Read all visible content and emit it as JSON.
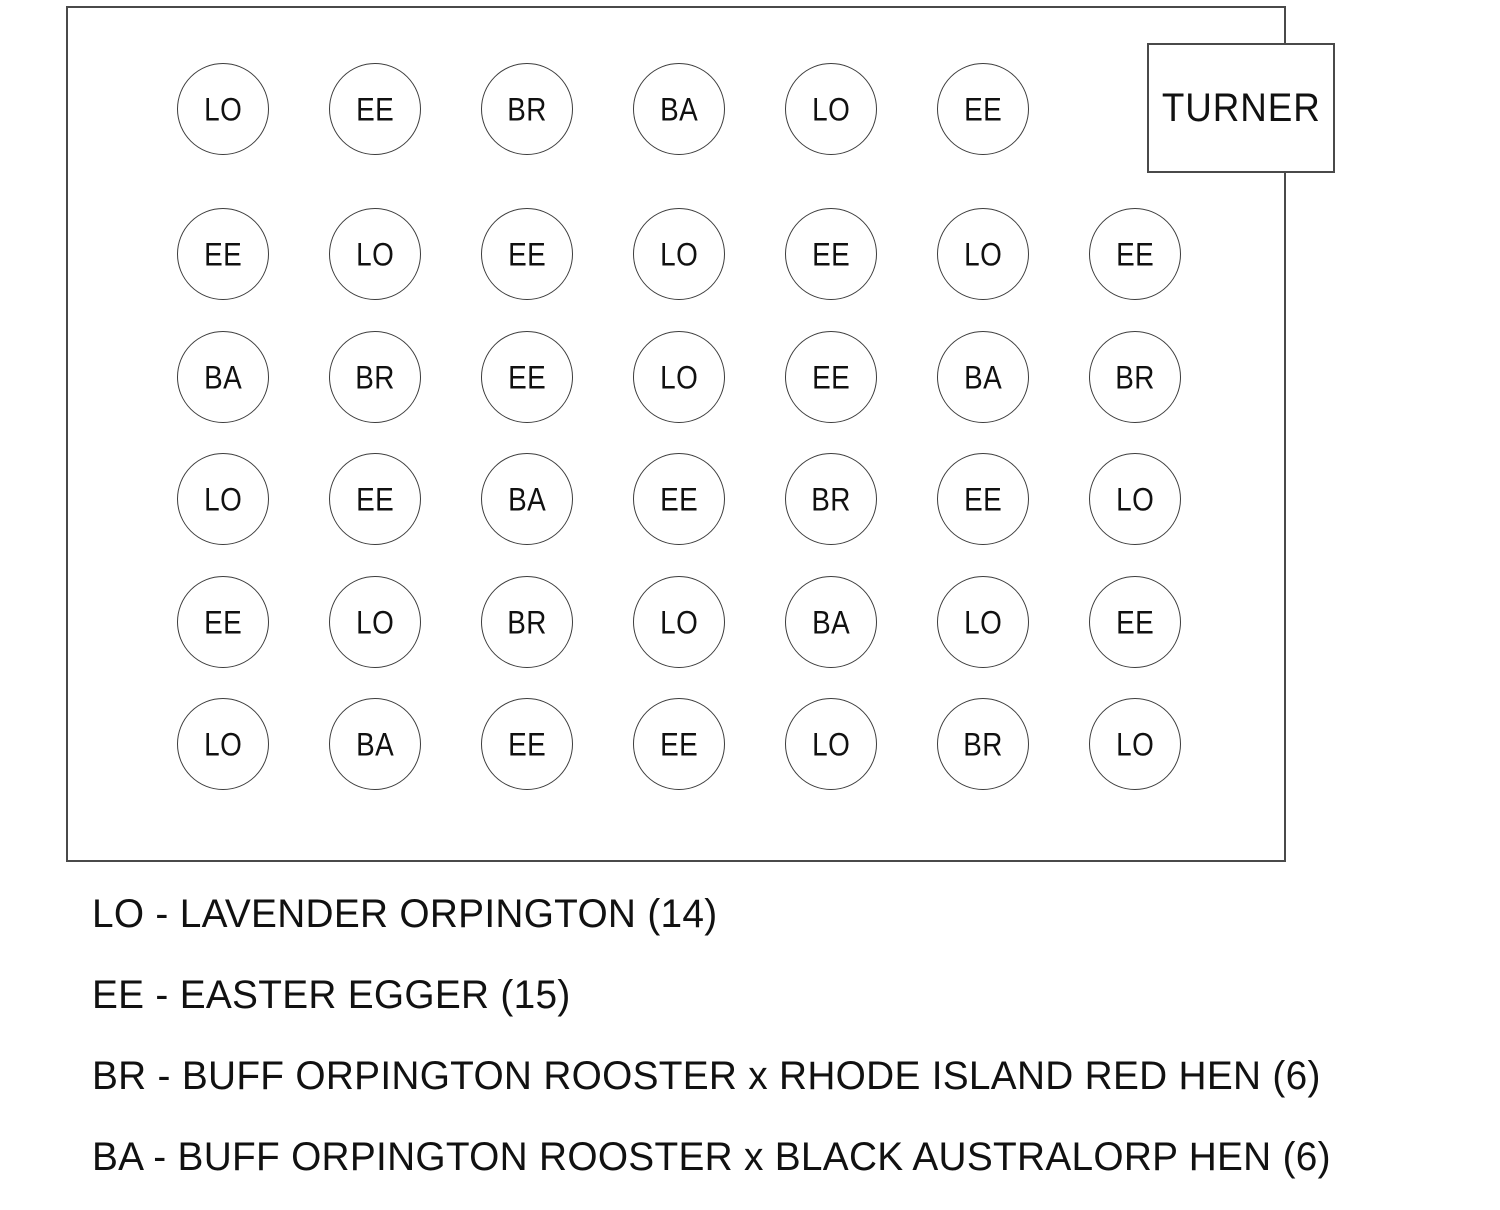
{
  "plan": {
    "title_box": {
      "label": "TURNER"
    },
    "grid": {
      "columns": 7,
      "rows": 6,
      "cell_positions_x": [
        221,
        373,
        525,
        677,
        829,
        981,
        1133
      ],
      "cell_positions_y": [
        107,
        252,
        375,
        497,
        620,
        742
      ],
      "cells": [
        [
          {
            "code": "LO"
          },
          {
            "code": "EE"
          },
          {
            "code": "BR"
          },
          {
            "code": "BA"
          },
          {
            "code": "LO"
          },
          {
            "code": "EE"
          },
          {
            "code": "TURNER_BOX"
          }
        ],
        [
          {
            "code": "EE"
          },
          {
            "code": "LO"
          },
          {
            "code": "EE"
          },
          {
            "code": "LO"
          },
          {
            "code": "EE"
          },
          {
            "code": "LO"
          },
          {
            "code": "EE"
          }
        ],
        [
          {
            "code": "BA"
          },
          {
            "code": "BR"
          },
          {
            "code": "EE"
          },
          {
            "code": "LO"
          },
          {
            "code": "EE"
          },
          {
            "code": "BA"
          },
          {
            "code": "BR"
          }
        ],
        [
          {
            "code": "LO"
          },
          {
            "code": "EE"
          },
          {
            "code": "BA"
          },
          {
            "code": "EE"
          },
          {
            "code": "BR"
          },
          {
            "code": "EE"
          },
          {
            "code": "LO"
          }
        ],
        [
          {
            "code": "EE"
          },
          {
            "code": "LO"
          },
          {
            "code": "BR"
          },
          {
            "code": "LO"
          },
          {
            "code": "BA"
          },
          {
            "code": "LO"
          },
          {
            "code": "EE"
          }
        ],
        [
          {
            "code": "LO"
          },
          {
            "code": "BA"
          },
          {
            "code": "EE"
          },
          {
            "code": "EE"
          },
          {
            "code": "LO"
          },
          {
            "code": "BR"
          },
          {
            "code": "LO"
          }
        ]
      ]
    }
  },
  "legend": {
    "lines": [
      "LO - LAVENDER ORPINGTON (14)",
      "EE - EASTER EGGER (15)",
      "BR - BUFF ORPINGTON ROOSTER x RHODE ISLAND RED HEN (6)",
      "BA - BUFF ORPINGTON ROOSTER x BLACK AUSTRALORP HEN (6)"
    ],
    "entries": [
      {
        "code": "LO",
        "name": "LAVENDER ORPINGTON",
        "count": 14
      },
      {
        "code": "EE",
        "name": "EASTER EGGER",
        "count": 15
      },
      {
        "code": "BR",
        "name": "BUFF ORPINGTON ROOSTER x RHODE ISLAND RED HEN",
        "count": 6
      },
      {
        "code": "BA",
        "name": "BUFF ORPINGTON ROOSTER x BLACK AUSTRALORP HEN",
        "count": 6
      }
    ]
  },
  "colors": {
    "stroke": "#3d3d3d",
    "frame": "#4a4a4a",
    "text": "#111111",
    "background": "#ffffff"
  }
}
